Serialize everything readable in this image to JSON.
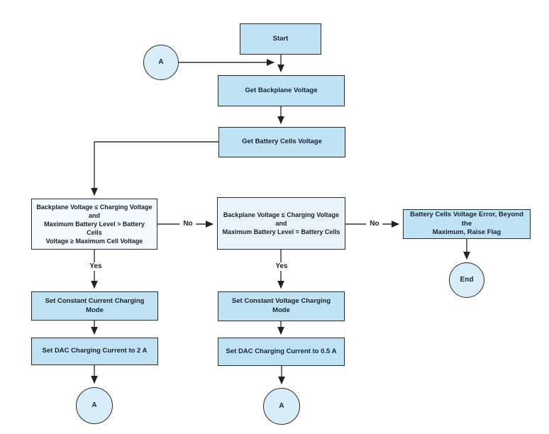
{
  "diagram": {
    "type": "flowchart",
    "description": "Battery charging control flowchart",
    "colors": {
      "background": "#ffffff",
      "process_fill": "#bfe3f4",
      "decision_fill_left": "#f3f9fd",
      "decision_fill_mid": "#e9f3fb",
      "circle_fill": "#d9edf9",
      "border": "#2b2b2b",
      "text": "#17222c",
      "line": "#333333"
    },
    "nodes": {
      "start": {
        "label": "Start",
        "type": "process"
      },
      "connector_a_top": {
        "label": "A",
        "type": "off-page-connector"
      },
      "get_backplane_voltage": {
        "label": "Get Backplane Voltage",
        "type": "process"
      },
      "get_battery_cells_voltage": {
        "label": "Get Battery Cells Voltage",
        "type": "process"
      },
      "decision_constant_current": {
        "label": "Backplane Voltage ≤ Charging Voltage\nand\nMaximum Battery Level > Battery Cells\nVoltage ≥ Maximum Cell Voltage",
        "type": "decision"
      },
      "decision_constant_voltage": {
        "label": "Backplane Voltage ≤ Charging Voltage\nand\nMaximum Battery Level = Battery Cells",
        "type": "decision"
      },
      "error_flag": {
        "label": "Battery Cells Voltage Error, Beyond the\nMaximum, Raise Flag",
        "type": "process"
      },
      "end": {
        "label": "End",
        "type": "terminator"
      },
      "set_constant_current_mode": {
        "label": "Set Constant Current Charging Mode",
        "type": "process"
      },
      "set_dac_current_2a": {
        "label": "Set DAC Charging Current to 2 A",
        "type": "process"
      },
      "set_constant_voltage_mode": {
        "label": "Set Constant Voltage Charging Mode",
        "type": "process"
      },
      "set_dac_current_05a": {
        "label": "Set DAC Charging Current to 0.5 A",
        "type": "process"
      },
      "connector_a_bottom_left": {
        "label": "A",
        "type": "off-page-connector"
      },
      "connector_a_bottom_mid": {
        "label": "A",
        "type": "off-page-connector"
      }
    },
    "edge_labels": {
      "no_left_to_mid": "No",
      "no_mid_to_right": "No",
      "yes_left": "Yes",
      "yes_mid": "Yes"
    }
  }
}
